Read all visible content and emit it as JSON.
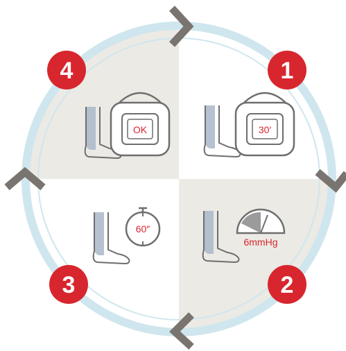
{
  "colors": {
    "ring": "#cfe6ee",
    "quadrant_shaded": "#eceae5",
    "quadrant_white": "#ffffff",
    "badge": "#d8262e",
    "badge_text": "#ffffff",
    "chevron": "#7a7470",
    "line": "#6e6e6e",
    "sock": "#a9b7c9",
    "accent_text": "#d8262e"
  },
  "steps": [
    {
      "number": "1",
      "display": "30′",
      "icon": "cuff-device-timer-icon"
    },
    {
      "number": "2",
      "display": "6mmHg",
      "icon": "pressure-gauge-icon"
    },
    {
      "number": "3",
      "display": "60″",
      "icon": "stopwatch-icon"
    },
    {
      "number": "4",
      "display": "OK",
      "icon": "cuff-device-ok-icon"
    }
  ],
  "legs": {
    "icon": "compression-sock-leg-icon"
  },
  "chevrons": {
    "icon": "chevron-arrow-icon"
  }
}
